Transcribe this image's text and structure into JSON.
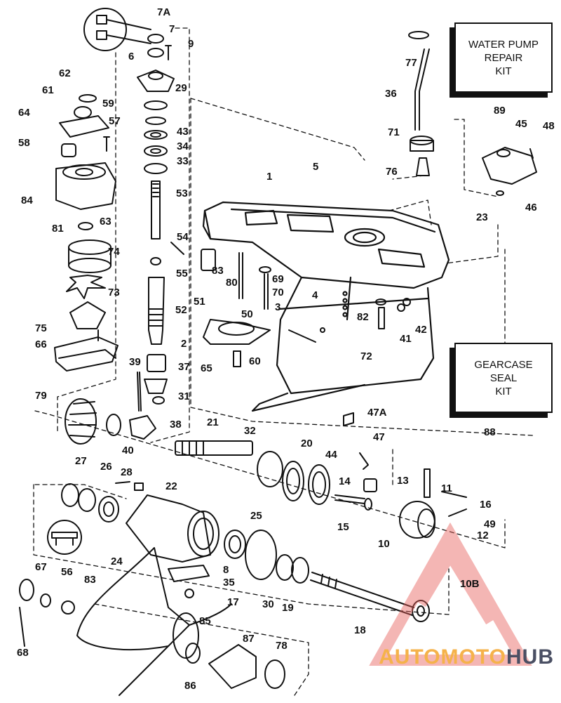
{
  "kits": {
    "water_pump": [
      "WATER PUMP",
      "REPAIR",
      "KIT"
    ],
    "water_pump_ref": "89",
    "gearcase_seal": [
      "GEARCASE",
      "SEAL",
      "KIT"
    ],
    "gearcase_seal_ref": "88"
  },
  "callouts": [
    "7A",
    "7",
    "9",
    "6",
    "29",
    "43",
    "34",
    "33",
    "53",
    "54",
    "55",
    "52",
    "2",
    "37",
    "31",
    "62",
    "61",
    "59",
    "64",
    "57",
    "58",
    "84",
    "81",
    "63",
    "74",
    "73",
    "75",
    "66",
    "79",
    "39",
    "38",
    "40",
    "1",
    "5",
    "51",
    "83",
    "80",
    "69",
    "70",
    "50",
    "3",
    "4",
    "82",
    "72",
    "42",
    "41",
    "60",
    "65",
    "77",
    "36",
    "71",
    "76",
    "45",
    "48",
    "23",
    "46",
    "21",
    "32",
    "20",
    "44",
    "14",
    "13",
    "11",
    "16",
    "27",
    "26",
    "28",
    "22",
    "25",
    "24",
    "8",
    "35",
    "15",
    "10",
    "49",
    "12",
    "10B",
    "67",
    "56",
    "83",
    "17",
    "30",
    "19",
    "18",
    "68",
    "85",
    "87",
    "78",
    "86",
    "47A",
    "47"
  ],
  "logo": {
    "part1": "AUTOMOTO",
    "part2": "HUB"
  },
  "colors": {
    "ink": "#111111",
    "logo_gold": "#f5b24a",
    "logo_slate": "#4a4f63",
    "watermark_red": "#e8605a"
  }
}
